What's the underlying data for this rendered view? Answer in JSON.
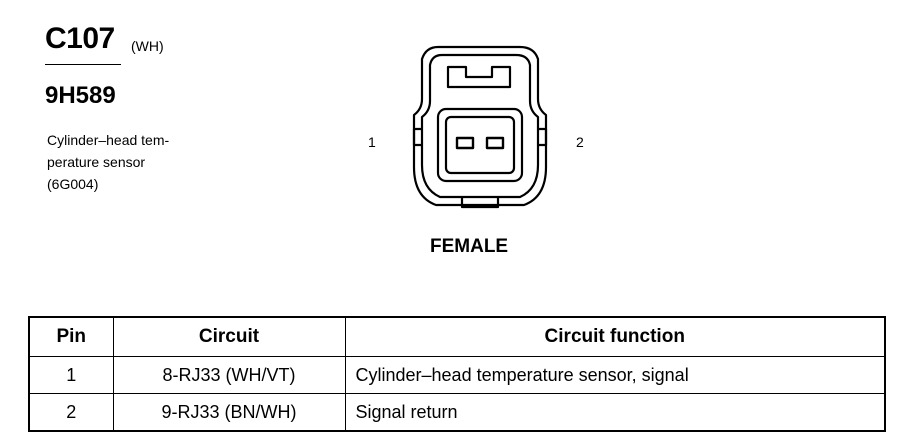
{
  "connector": {
    "id": "C107",
    "color": "(WH)",
    "part_number": "9H589",
    "description_lines": [
      "Cylinder–head tem-",
      "perature sensor",
      "(6G004)"
    ]
  },
  "diagram": {
    "pin_left": "1",
    "pin_right": "2",
    "gender": "FEMALE"
  },
  "table": {
    "headers": [
      "Pin",
      "Circuit",
      "Circuit function"
    ],
    "rows": [
      {
        "pin": "1",
        "circuit": "8-RJ33 (WH/VT)",
        "function": "Cylinder–head temperature sensor, signal"
      },
      {
        "pin": "2",
        "circuit": "9-RJ33 (BN/WH)",
        "function": "Signal return"
      }
    ]
  }
}
